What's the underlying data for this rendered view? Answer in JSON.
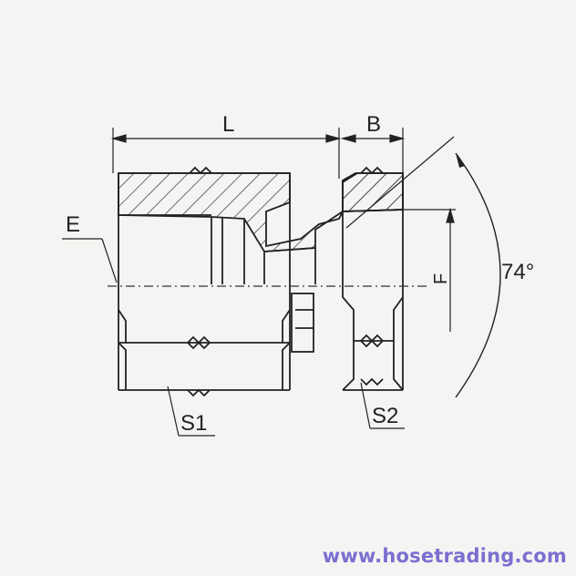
{
  "labels": {
    "L": "L",
    "B": "B",
    "E": "E",
    "F": "F",
    "angle": "74°",
    "S1": "S1",
    "S2": "S2"
  },
  "watermark": "www.hosetrading.com",
  "colors": {
    "line": "#222222",
    "background": "#f4f4f2",
    "watermark": "#7b6fd0"
  }
}
